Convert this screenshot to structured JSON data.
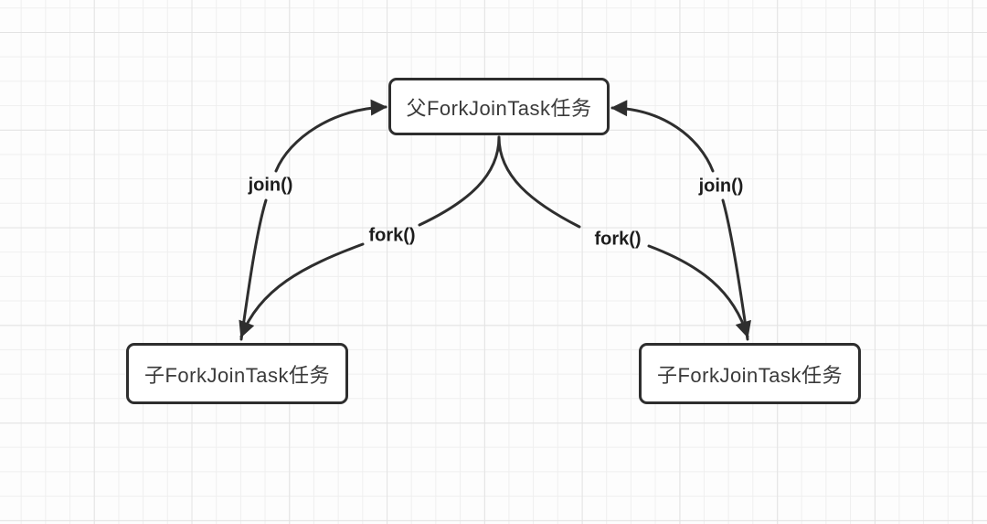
{
  "diagram": {
    "type": "flowchart",
    "background": "grid-paper",
    "nodes": {
      "parent": {
        "label": "父ForkJoinTask任务"
      },
      "child_left": {
        "label": "子ForkJoinTask任务"
      },
      "child_right": {
        "label": "子ForkJoinTask任务"
      }
    },
    "edges": {
      "join_left": {
        "label": "join()",
        "from": "child_left",
        "to": "parent"
      },
      "fork_left": {
        "label": "fork()",
        "from": "parent",
        "to": "child_left"
      },
      "fork_right": {
        "label": "fork()",
        "from": "parent",
        "to": "child_right"
      },
      "join_right": {
        "label": "join()",
        "from": "child_right",
        "to": "parent"
      }
    },
    "colors": {
      "stroke": "#2e2e2e",
      "node_fill": "#ffffff",
      "node_border": "#2e2e2e",
      "text": "#3a3a3a",
      "label_text": "#1d1d1d",
      "grid_minor": "#efefef",
      "grid_major": "#e3e3e3"
    }
  }
}
